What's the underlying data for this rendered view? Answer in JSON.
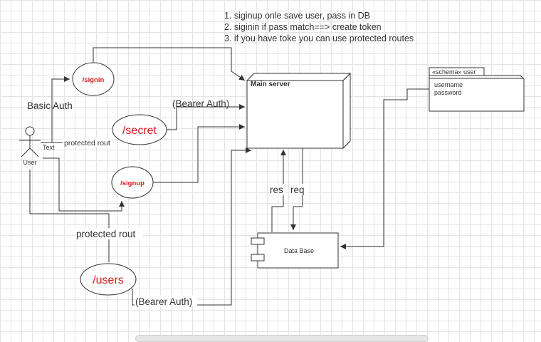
{
  "notes": [
    "1. siginup onle save user, pass in DB",
    "2.  siginin if pass match==> create token",
    "3. if you have toke you can use protected routes"
  ],
  "main_server": {
    "label": "Main server"
  },
  "database": {
    "label": "Data Base"
  },
  "schema": {
    "title": "«schema» user",
    "fields": [
      "username",
      "password"
    ]
  },
  "actor": {
    "name": "User",
    "text": "Text"
  },
  "routes": {
    "signin": "/signin",
    "secret": "/secret",
    "signup": "/signup",
    "users": "/users"
  },
  "edge_labels": {
    "basic_auth": "Basic Auth",
    "bearer_auth_secret": "(Bearer Auth)",
    "protected_rout_secret": "protected rout",
    "protected_rout_users": "protected rout",
    "bearer_auth_users": "(Bearer Auth)",
    "res": "res",
    "req": "req"
  },
  "colors": {
    "route_text": "#d7191c",
    "lines": "#333333"
  }
}
